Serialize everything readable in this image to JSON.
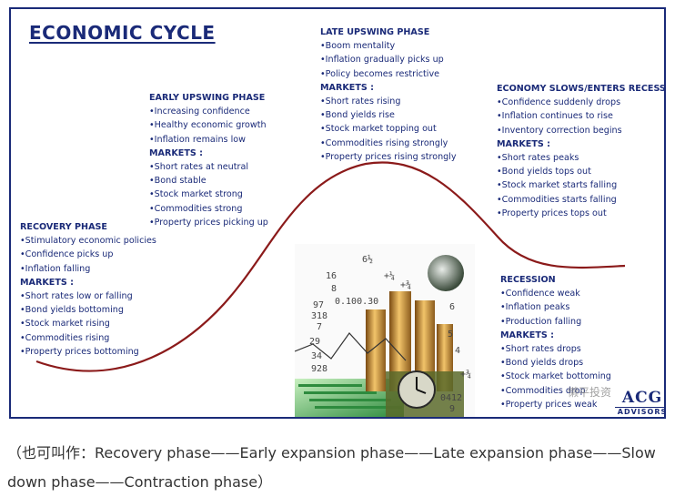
{
  "title": "ECONOMIC CYCLE",
  "phases": [
    {
      "id": "recovery",
      "heading": "RECOVERY PHASE",
      "items": [
        "Stimulatory economic policies",
        "Confidence picks up",
        "Inflation falling"
      ],
      "markets_heading": "MARKETS :",
      "markets": [
        "Short rates low or falling",
        "Bond yields bottoming",
        "Stock market rising",
        "Commodities rising",
        "Property prices bottoming"
      ]
    },
    {
      "id": "early-upswing",
      "heading": "EARLY UPSWING PHASE",
      "items": [
        "Increasing confidence",
        "Healthy economic growth",
        "Inflation remains low"
      ],
      "markets_heading": "MARKETS :",
      "markets": [
        "Short rates at neutral",
        "Bond stable",
        "Stock market strong",
        "Commodities strong",
        "Property prices picking up"
      ]
    },
    {
      "id": "late-upswing",
      "heading": "LATE UPSWING PHASE",
      "items": [
        "Boom mentality",
        "Inflation gradually picks up",
        "Policy becomes restrictive"
      ],
      "markets_heading": "MARKETS :",
      "markets": [
        "Short rates rising",
        "Bond yields rise",
        "Stock market topping out",
        "Commodities rising strongly",
        "Property prices rising strongly"
      ]
    },
    {
      "id": "economy-slows",
      "heading": "ECONOMY SLOWS/ENTERS RECESSION",
      "items": [
        "Confidence suddenly drops",
        "Inflation continues to rise",
        "Inventory correction begins"
      ],
      "markets_heading": "MARKETS :",
      "markets": [
        "Short rates peaks",
        "Bond yields tops out",
        "Stock market starts falling",
        "Commodities starts falling",
        "Property prices tops out"
      ]
    },
    {
      "id": "recession",
      "heading": "RECESSION",
      "items": [
        "Confidence weak",
        "Inflation peaks",
        "Production falling"
      ],
      "markets_heading": "MARKETS :",
      "markets": [
        "Short rates drops",
        "Bond yields drops",
        "Stock market bottoming",
        "Commodities drop",
        "Property prices weak"
      ]
    }
  ],
  "collage_numbers": [
    "6½",
    "16",
    "8",
    "97",
    "318",
    "7",
    "29",
    "34",
    "928",
    "6",
    "5",
    "0.100.30",
    "+¼",
    "+¾",
    "0412",
    "9",
    "+¾",
    "4"
  ],
  "logo": {
    "main": "ACG",
    "sub": "ADVISORS"
  },
  "watermark": "懒平投资",
  "footer_text": "（也可叫作：Recovery phase——Early expansion phase——Late expansion phase——Slow down phase——Contraction phase）",
  "colors": {
    "text": "#1a2a78",
    "curve": "#8b1a1a",
    "frame": "#1a2a78"
  }
}
